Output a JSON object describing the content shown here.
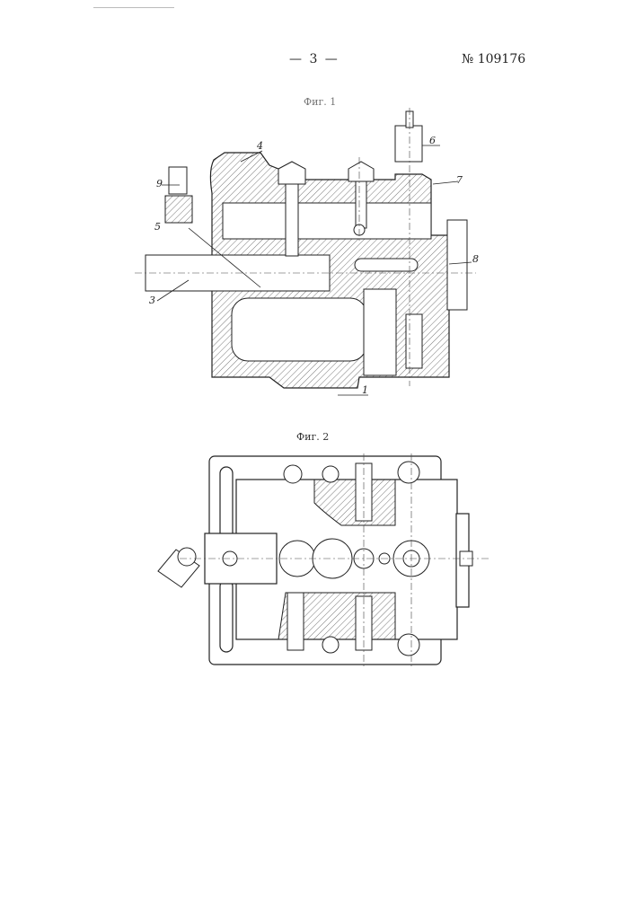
{
  "header": {
    "page_number": "— 3 —",
    "patent_number": "№ 109176"
  },
  "figures": [
    {
      "caption": "Фиг. 1",
      "labels": [
        "1",
        "3",
        "4",
        "5",
        "6",
        "7",
        "8",
        "9"
      ]
    },
    {
      "caption": "Фиг. 2"
    }
  ]
}
